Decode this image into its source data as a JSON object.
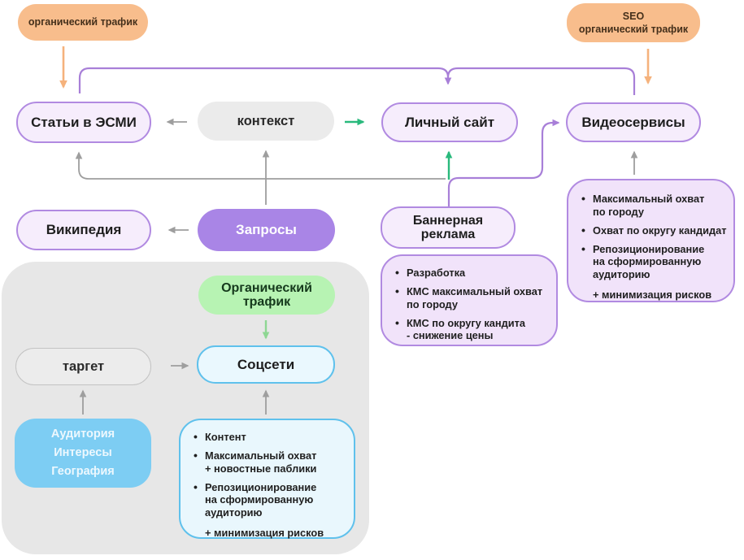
{
  "sources": {
    "organic_left": "органический трафик",
    "seo_right": "SEO\nорганический трафик"
  },
  "nodes": {
    "articles": "Статьи в ЭСМИ",
    "context": "контекст",
    "personal_site": "Личный сайт",
    "video_services": "Видеосервисы",
    "wikipedia": "Википедия",
    "queries": "Запросы",
    "banner_ads": "Баннерная\nреклама",
    "organic_traffic": "Органический\nтрафик",
    "target": "таргет",
    "social": "Соцсети",
    "audience": "Аудитория\nИнтересы\nГеография"
  },
  "lists": {
    "banner_details": {
      "items": [
        "Разработка",
        "КМС максимальный охват\nпо городу",
        "КМС по округу кандита\n- снижение цены"
      ]
    },
    "video_details": {
      "items": [
        "Максимальный охват\nпо городу",
        "Охват по округу кандидат",
        "Репозиционирование\nна сформированную\nаудиторию"
      ],
      "footnote": "+ минимизация рисков"
    },
    "social_details": {
      "items": [
        "Контент",
        "Максимальный охват\n+ новостные паблики",
        "Репозиционирование\nна сформированную\nаудиторию"
      ],
      "footnote": "+ минимизация рисков"
    }
  },
  "colors": {
    "purple_border": "#b18ae1",
    "purple_node_fill": "#f6edfc",
    "purple_list_fill": "#f1e3fa",
    "queries_fill": "#a985e6",
    "orange_fill": "#f8bd8c",
    "green_fill": "#b7f3b3",
    "blue_border": "#5fc1ec",
    "blue_list_fill": "#e9f7fd",
    "blue_fill": "#7dcdf3",
    "gray_region": "#e7e7e7",
    "gray_pill": "#ebebeb",
    "arrow_gray": "#9e9e9e",
    "arrow_orange": "#f5b27c",
    "arrow_purple": "#a87fd8",
    "arrow_green": "#29b97c",
    "arrow_light_green": "#8ed793"
  }
}
